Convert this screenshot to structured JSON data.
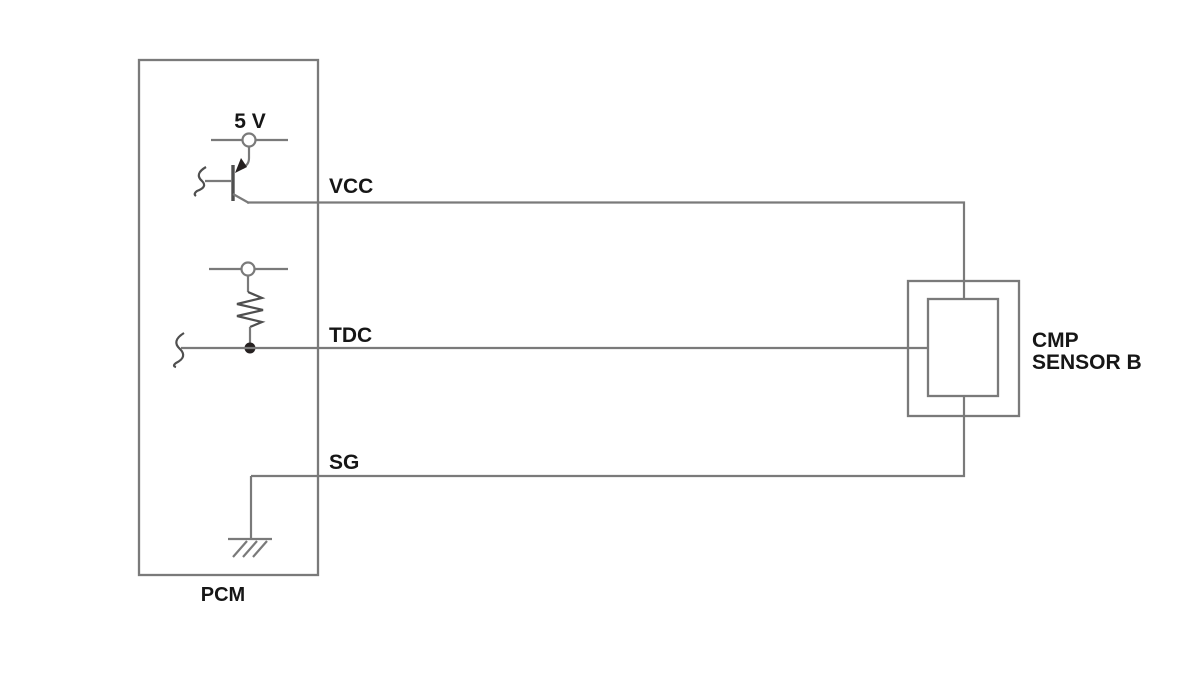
{
  "diagram": {
    "background_color": "#ffffff",
    "wire_color": "#7a7a7a",
    "component_color": "#4f4f4f",
    "text_color": "#161616",
    "module": {
      "label": "PCM"
    },
    "sensor": {
      "label_line1": "CMP",
      "label_line2": "SENSOR B"
    },
    "supply": {
      "label": "5 V"
    },
    "signals": [
      {
        "name": "vcc",
        "label": "VCC"
      },
      {
        "name": "tdc",
        "label": "TDC"
      },
      {
        "name": "sg",
        "label": "SG"
      }
    ],
    "symbols": [
      {
        "name": "supply-terminal"
      },
      {
        "name": "pnp-transistor"
      },
      {
        "name": "pullup-terminal"
      },
      {
        "name": "pullup-resistor"
      },
      {
        "name": "junction-dot"
      },
      {
        "name": "chassis-ground"
      },
      {
        "name": "wire-break-squiggle"
      }
    ]
  }
}
